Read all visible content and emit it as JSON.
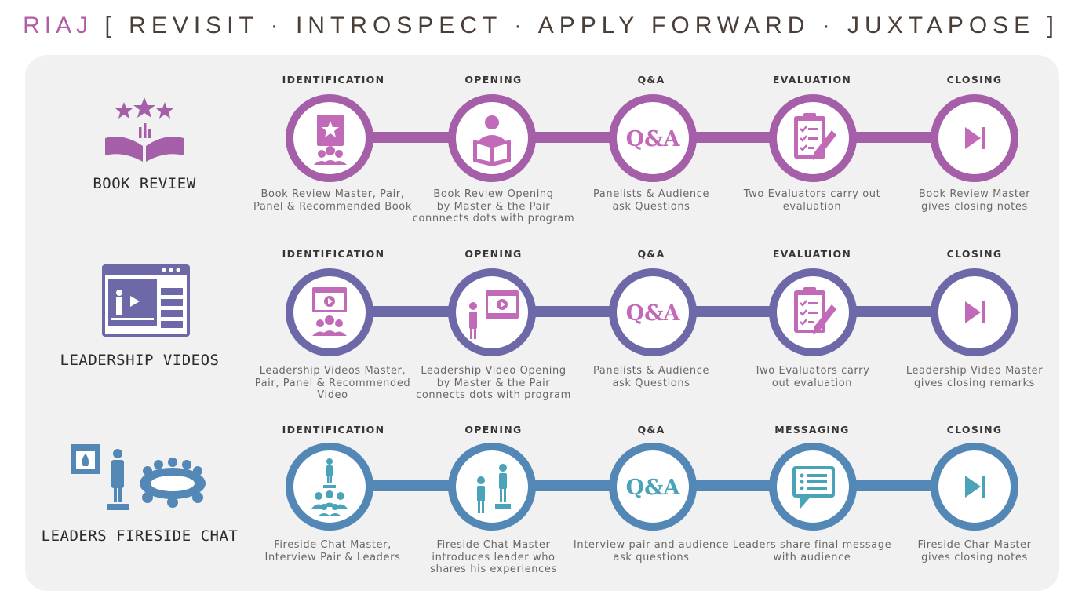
{
  "title": {
    "brand": "RIAJ",
    "subtitle": "[ REVISIT · INTROSPECT · APPLY FORWARD · JUXTAPOSE ]"
  },
  "colors": {
    "book": "#a55ea8",
    "videos": "#6d68a8",
    "fireside": "#5387b5",
    "icon_pink": "#c06ab8",
    "icon_teal": "#4aa3b8"
  },
  "rows": [
    {
      "label": "BOOK REVIEW",
      "icon": "open-book-stars-icon",
      "steps": [
        {
          "head": "IDENTIFICATION",
          "icon": "book-audience-icon",
          "desc": "Book Review Master, Pair,\nPanel & Recommended Book"
        },
        {
          "head": "OPENING",
          "icon": "person-reading-icon",
          "desc": "Book Review Opening\nby Master & the Pair\nconnnects dots with program"
        },
        {
          "head": "Q&A",
          "icon": "qa-icon",
          "icon_text": "Q&A",
          "desc": "Panelists & Audience\nask Questions"
        },
        {
          "head": "EVALUATION",
          "icon": "clipboard-pencil-icon",
          "desc": "Two Evaluators carry out\nevaluation"
        },
        {
          "head": "CLOSING",
          "icon": "skip-forward-icon",
          "desc": "Book Review Master\ngives closing notes"
        }
      ]
    },
    {
      "label": "LEADERSHIP VIDEOS",
      "icon": "video-browser-icon",
      "steps": [
        {
          "head": "IDENTIFICATION",
          "icon": "video-audience-icon",
          "desc": "Leadership Videos Master,\nPair, Panel & Recommended\nVideo"
        },
        {
          "head": "OPENING",
          "icon": "presenter-video-icon",
          "desc": "Leadership Video Opening\nby Master & the Pair\nconnects dots with program"
        },
        {
          "head": "Q&A",
          "icon": "qa-icon",
          "icon_text": "Q&A",
          "desc": "Panelists & Audience\nask Questions"
        },
        {
          "head": "EVALUATION",
          "icon": "clipboard-pencil-icon",
          "desc": "Two Evaluators carry\nout evaluation"
        },
        {
          "head": "CLOSING",
          "icon": "skip-forward-icon",
          "desc": "Leadership Video Master\ngives closing remarks"
        }
      ]
    },
    {
      "label": "LEADERS FIRESIDE CHAT",
      "icon": "fireside-meeting-icon",
      "steps": [
        {
          "head": "IDENTIFICATION",
          "icon": "speaker-audience-icon",
          "desc": "Fireside Chat Master,\nInterview Pair & Leaders"
        },
        {
          "head": "OPENING",
          "icon": "two-speakers-icon",
          "desc": "Fireside Chat Master\nintroduces leader who\nshares his experiences"
        },
        {
          "head": "Q&A",
          "icon": "qa-icon",
          "icon_text": "Q&A",
          "desc": "Interview pair and audience\nask questions"
        },
        {
          "head": "MESSAGING",
          "icon": "chat-message-icon",
          "desc": "Leaders share final message\nwith audience"
        },
        {
          "head": "CLOSING",
          "icon": "skip-forward-icon",
          "desc": "Fireside Char Master\ngives closing notes"
        }
      ]
    }
  ]
}
